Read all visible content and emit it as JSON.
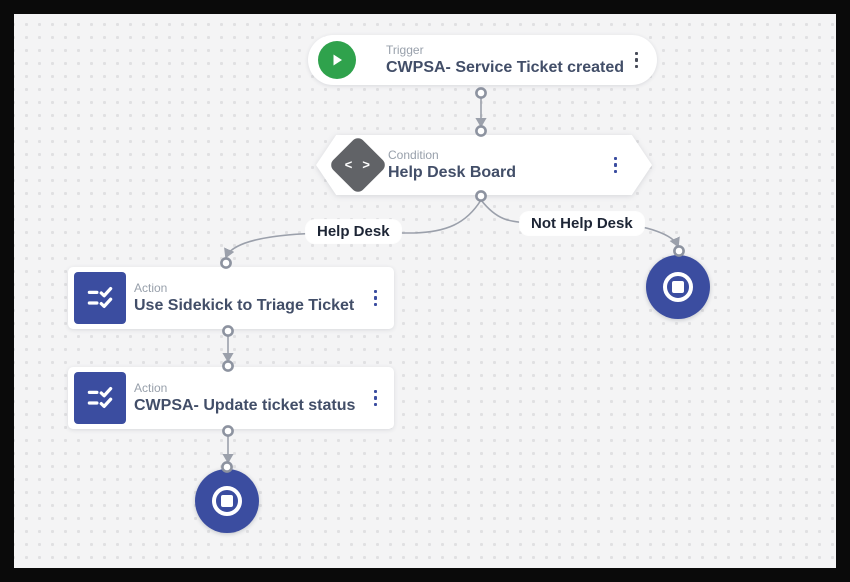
{
  "workflow": {
    "trigger": {
      "type_label": "Trigger",
      "title": "CWPSA- Service Ticket created"
    },
    "condition": {
      "type_label": "Condition",
      "title": "Help Desk Board",
      "icon_glyph": "< >"
    },
    "actions": [
      {
        "type_label": "Action",
        "title": "Use Sidekick to Triage Ticket"
      },
      {
        "type_label": "Action",
        "title": "CWPSA- Update ticket status"
      }
    ],
    "branch_labels": {
      "yes": "Help Desk",
      "no": "Not Help Desk"
    }
  },
  "icons": {
    "trigger": "play-icon",
    "condition": "code-brackets-icon",
    "action": "checklist-icon",
    "end": "stop-icon",
    "node_menu": "kebab-menu-icon"
  },
  "colors": {
    "trigger_icon_bg": "#2fa24c",
    "condition_icon_bg": "#616367",
    "action_icon_bg": "#3b4da0",
    "end_node_bg": "#3b4da0",
    "edge_line": "#9ba0ab",
    "canvas_bg": "#f4f4f5",
    "title_text": "#424e68",
    "type_label_text": "#98a0ab"
  }
}
